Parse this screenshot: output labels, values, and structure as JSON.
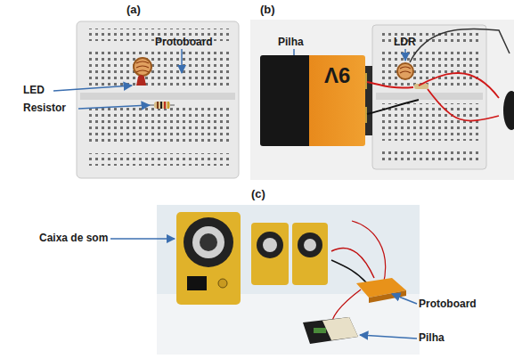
{
  "diagram": {
    "nodes": [
      {
        "text": [
          "9V"
        ]
      }
    ],
    "labels": [
      "(a)",
      "Protoboard",
      "LED",
      "Resistor",
      "(b)",
      "Pilha",
      "LDR",
      "(c)",
      "Caixa de som",
      "Protoboard",
      "Pilha"
    ]
  }
}
